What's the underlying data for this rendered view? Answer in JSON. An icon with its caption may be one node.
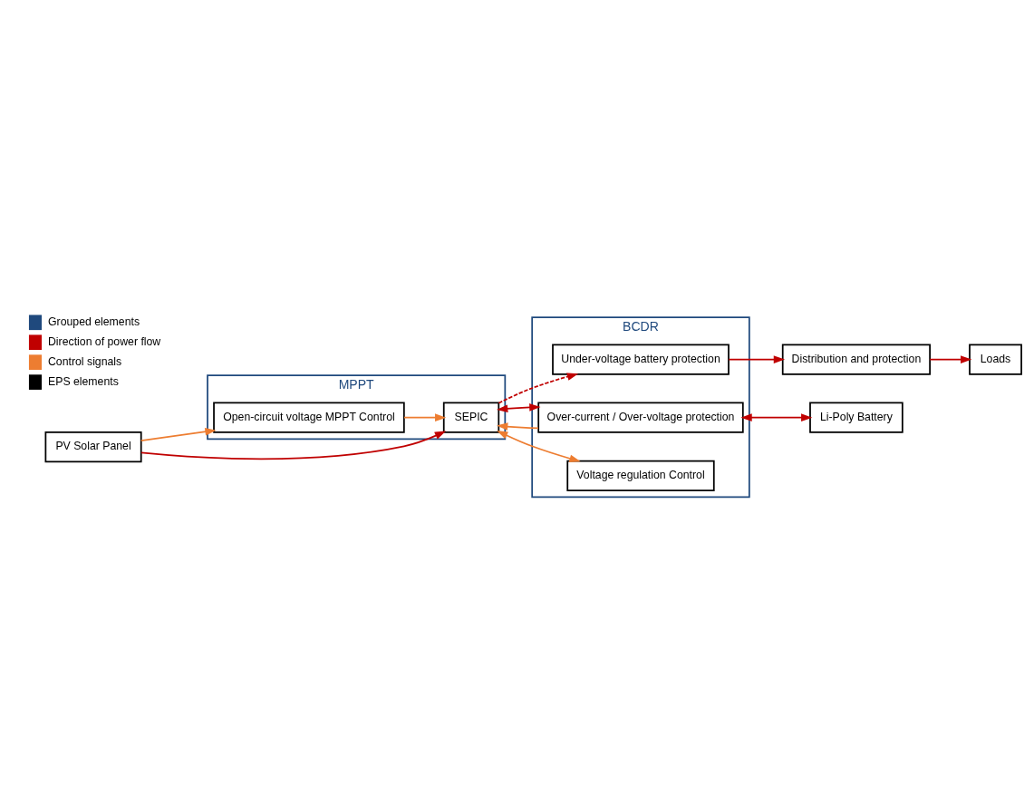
{
  "diagram": {
    "nodes": [
      {
        "text": [
          "MPPT"
        ]
      },
      {
        "text": [
          "Open-circuit voltage MPPT Control"
        ],
        "in": 0
      },
      {
        "text": [
          "PV Solar Panel"
        ]
      },
      {
        "text": [
          "SEPIC"
        ],
        "in": 0
      },
      {
        "text": [
          "BCDR"
        ]
      },
      {
        "text": [
          "Under-voltage battery protection"
        ],
        "in": 4
      },
      {
        "text": [
          "Over-current / Over-voltage protection"
        ],
        "in": 4
      },
      {
        "text": [
          "Distribution and protection"
        ]
      },
      {
        "text": [
          "Voltage regulation Control"
        ],
        "in": 4
      },
      {
        "text": [
          "Loads"
        ]
      },
      {
        "text": [
          "Li-Poly Battery"
        ]
      }
    ],
    "edges": [
      {
        "from": 2,
        "to": 1,
        "arrow": "to",
        "color": "#ed7d31"
      },
      {
        "from": 2,
        "to": 3,
        "arrow": "to"
      },
      {
        "from": 1,
        "to": 3,
        "arrow": "to",
        "color": "#ed7d31"
      },
      {
        "from": 3,
        "to": 5,
        "arrow": "to",
        "style": "dashed"
      },
      {
        "from": 3,
        "to": 6,
        "arrow": "both"
      },
      {
        "from": 6,
        "to": 3,
        "arrow": "to",
        "color": "#ed7d31"
      },
      {
        "from": 3,
        "to": 8,
        "arrow": "both",
        "color": "#ed7d31"
      },
      {
        "from": 5,
        "to": 7,
        "arrow": "to"
      },
      {
        "from": 6,
        "to": 10,
        "arrow": "both"
      },
      {
        "from": 7,
        "to": 9,
        "arrow": "to"
      }
    ],
    "legend": [
      {
        "text": "Grouped elements",
        "color": "#1f497d"
      },
      {
        "text": "Direction of power flow",
        "color": "#c00000"
      },
      {
        "text": "Control signals",
        "color": "#ed7d31"
      },
      {
        "text": "EPS elements",
        "color": "#000000"
      }
    ]
  }
}
